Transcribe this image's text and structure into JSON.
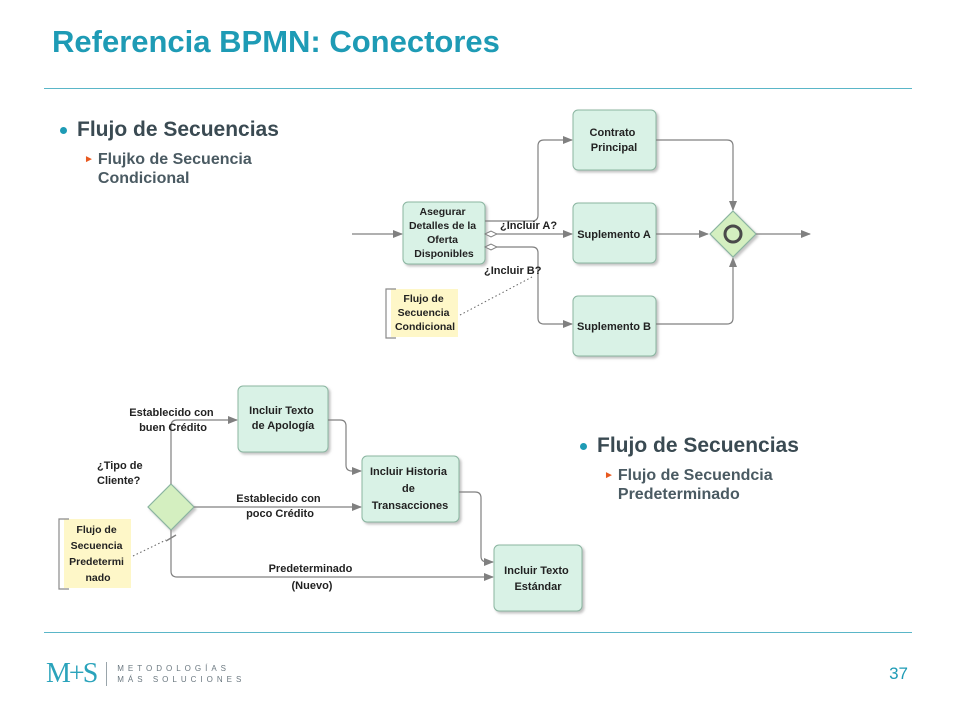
{
  "slide": {
    "title": "Referencia BPMN: Conectores",
    "page_number": "37",
    "accent_color": "#1e9bb5",
    "arrow_color": "#e8591f"
  },
  "section_top": {
    "heading": "Flujo de Secuencias",
    "sub": "Flujko de Secuencia Condicional"
  },
  "section_bottom": {
    "heading": "Flujo de Secuencias",
    "sub": "Flujo de Secuendcia Predeterminado"
  },
  "diagram_top": {
    "task_assure": [
      "Asegurar",
      "Detalles de la",
      "Oferta",
      "Disponibles"
    ],
    "task_contract": [
      "Contrato",
      "Principal"
    ],
    "task_suppA": "Suplemento A",
    "task_suppB": "Suplemento B",
    "cond_A": "¿Incluir A?",
    "cond_B": "¿Incluir B?",
    "annotation": [
      "Flujo de",
      "Secuencia",
      "Condicional"
    ]
  },
  "diagram_bottom": {
    "task_apology": [
      "Incluir Texto",
      "de Apología"
    ],
    "task_history": [
      "Incluir Historia",
      "de",
      "Transacciones"
    ],
    "task_standard": [
      "Incluir Texto",
      "Estándar"
    ],
    "gateway_label": [
      "¿Tipo de",
      "Cliente?"
    ],
    "flow_good": [
      "Establecido con",
      "buen Crédito"
    ],
    "flow_little": [
      "Establecido con",
      "poco Crédito"
    ],
    "flow_default": [
      "Predeterminado",
      "(Nuevo)"
    ],
    "annotation": [
      "Flujo de",
      "Secuencia",
      "Predetermi",
      "nado"
    ]
  },
  "logo": {
    "mark": "M+S",
    "line1": "METODOLOGÍAS",
    "line2": "MÁS SOLUCIONES"
  }
}
